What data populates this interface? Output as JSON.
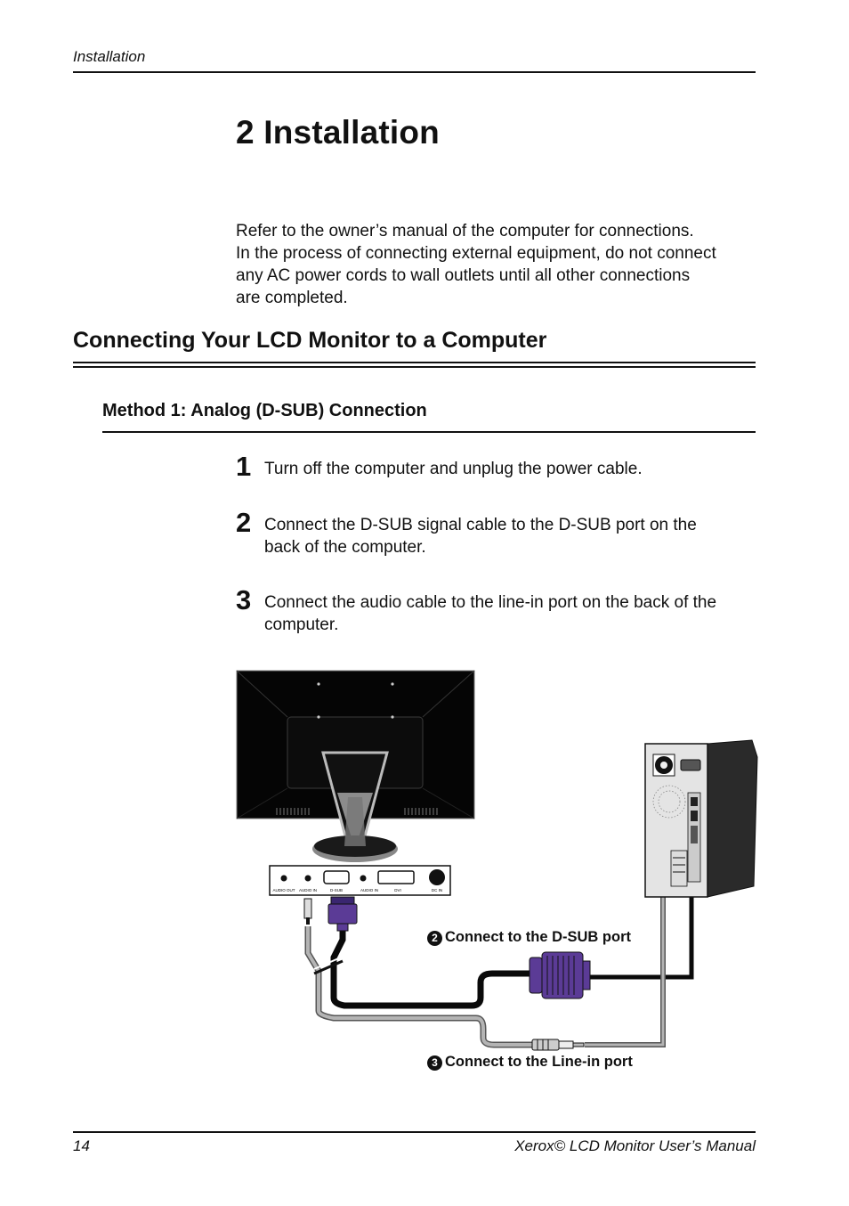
{
  "header": {
    "running_title": "Installation"
  },
  "chapter": {
    "title": "2  Installation"
  },
  "intro": {
    "lines": [
      "Refer to the owner’s manual of the computer for connections.",
      "In the process of connecting external equipment, do not connect",
      "any AC power cords to wall outlets until all other connections",
      "are completed."
    ]
  },
  "section": {
    "title": "Connecting Your LCD Monitor to a Computer"
  },
  "method": {
    "title": "Method 1: Analog (D-SUB) Connection"
  },
  "steps": [
    {
      "number": "1",
      "lines": [
        "Turn off the computer and unplug the power cable."
      ]
    },
    {
      "number": "2",
      "lines": [
        "Connect the D-SUB signal cable to the D-SUB port on the",
        "back of the computer."
      ]
    },
    {
      "number": "3",
      "lines": [
        "Connect the audio cable to the line-in port on the back of the",
        "computer."
      ]
    }
  ],
  "figure": {
    "port_labels": [
      "AUDIO OUT",
      "AUDIO IN",
      "D-SUB",
      "AUDIO IN",
      "DVI",
      "DC IN"
    ],
    "callouts": [
      {
        "number": "2",
        "text": "Connect to the D-SUB port"
      },
      {
        "number": "3",
        "text": "Connect to the Line-in port"
      }
    ],
    "colors": {
      "connector_purple": "#5b3b96",
      "cable_black": "#111111",
      "cable_grey": "#a8a8a8"
    }
  },
  "footer": {
    "page_number": "14",
    "manual_title": "Xerox© LCD Monitor User’s Manual"
  }
}
